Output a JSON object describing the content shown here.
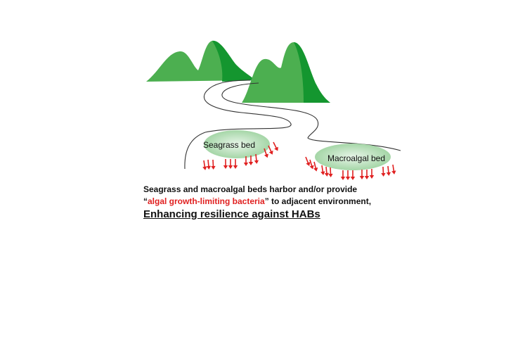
{
  "colors": {
    "mountain_light": "#4caf50",
    "mountain_dark": "#14962f",
    "bed_fill": "#a5d6a7",
    "arrow": "#e02020",
    "river": "#333333",
    "highlight": "#e02020"
  },
  "beds": [
    {
      "label": "Seagrass bed"
    },
    {
      "label": "Macroalgal bed"
    }
  ],
  "caption": {
    "line1": "Seagrass and macroalgal beds harbor and/or provide",
    "open_quote": "“",
    "highlight": "algal growth-limiting bacteria",
    "close_quote": "”",
    "line2_rest": " to adjacent environment,",
    "title": "Enhancing resilience against HABs"
  }
}
